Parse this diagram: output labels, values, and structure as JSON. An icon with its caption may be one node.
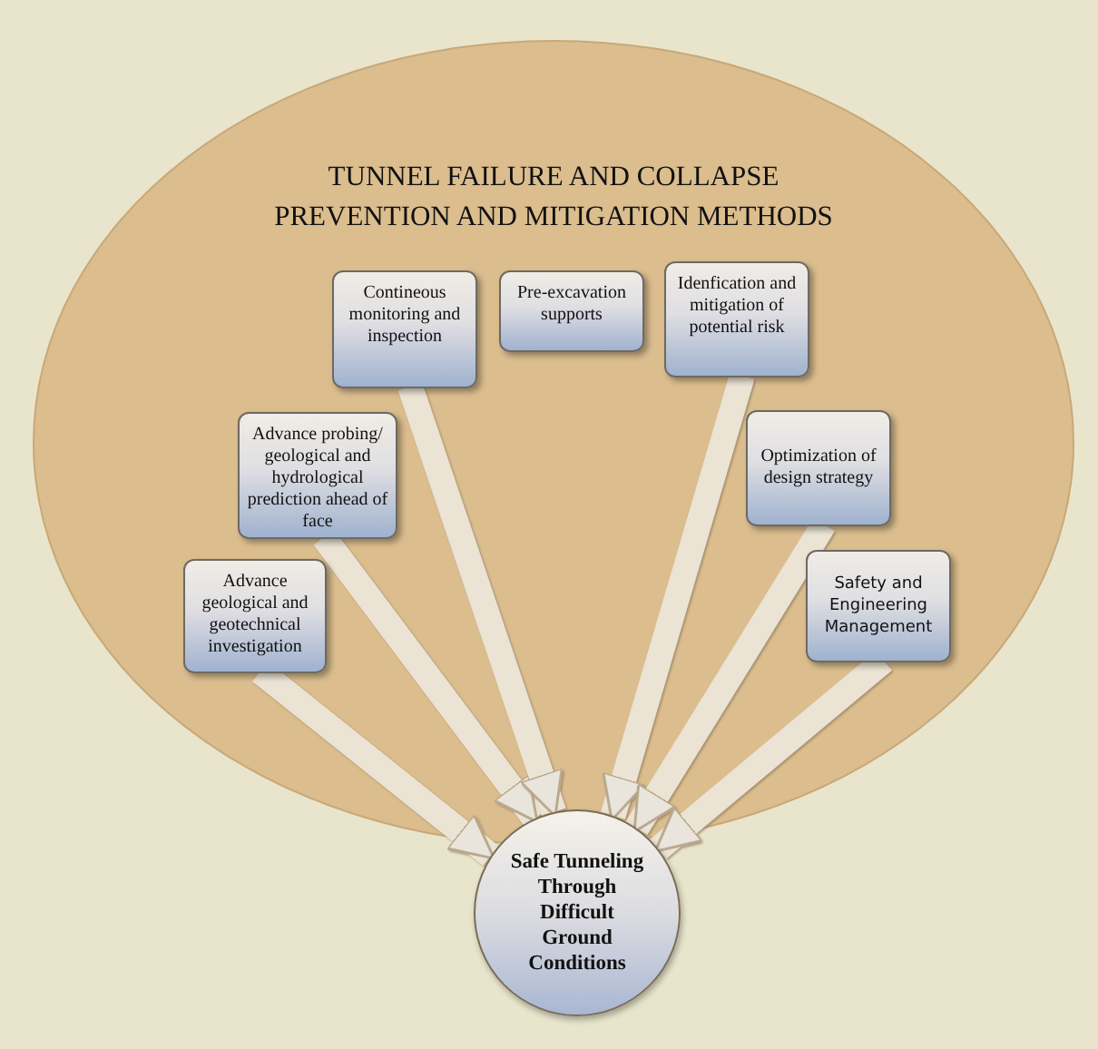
{
  "diagram": {
    "nodes": [
      {
        "text": [
          "TUNNEL FAILURE AND COLLAPSE PREVENTION AND MITIGATION METHODS"
        ]
      },
      {
        "text": [
          "Advance geological and geotechnical investigation"
        ],
        "in": 0
      },
      {
        "text": [
          "Advance probing/ geological and hydrological prediction ahead of face"
        ],
        "in": 0
      },
      {
        "text": [
          "Contineous monitoring and inspection"
        ],
        "in": 0
      },
      {
        "text": [
          "Pre-excavation supports"
        ],
        "in": 0
      },
      {
        "text": [
          "Idenfication and mitigation of potential risk"
        ],
        "in": 0
      },
      {
        "text": [
          "Optimization of design strategy"
        ],
        "in": 0
      },
      {
        "text": [
          "Safety and Engineering Management"
        ],
        "in": 0
      },
      {
        "text": [
          "Safe Tunneling Through Difficult Ground Conditions"
        ]
      }
    ],
    "edges": [
      {
        "from": 1,
        "to": 8,
        "arrow": "to"
      },
      {
        "from": 2,
        "to": 8,
        "arrow": "to"
      },
      {
        "from": 3,
        "to": 8,
        "arrow": "to"
      },
      {
        "from": 4,
        "to": 8,
        "arrow": "to"
      },
      {
        "from": 5,
        "to": 8,
        "arrow": "to"
      },
      {
        "from": 6,
        "to": 8,
        "arrow": "to"
      },
      {
        "from": 7,
        "to": 8,
        "arrow": "to"
      }
    ]
  }
}
